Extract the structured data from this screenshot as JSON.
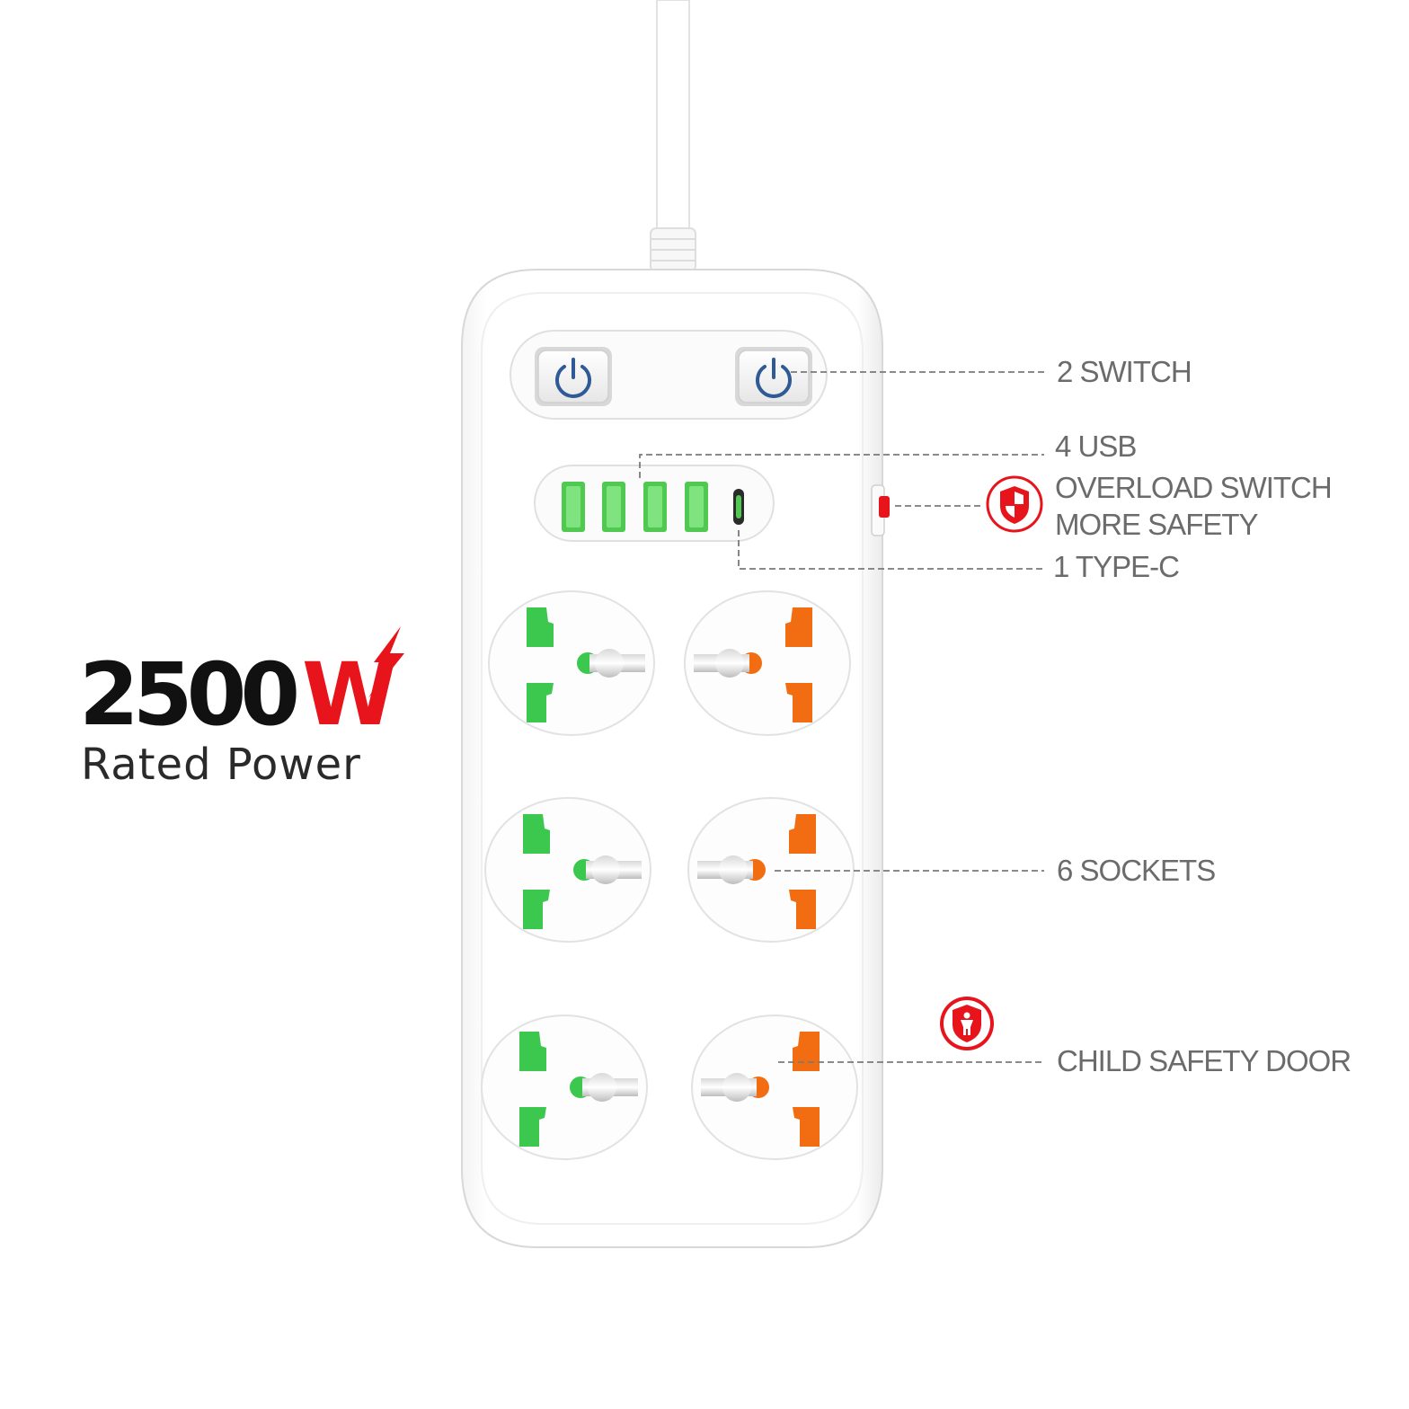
{
  "power": {
    "value": "2500",
    "unit": "W",
    "caption": "Rated Power"
  },
  "callouts": {
    "switch": "2 SWITCH",
    "usb": "4 USB",
    "overload_line1": "OVERLOAD SWITCH",
    "overload_line2": "MORE SAFETY",
    "typec": "1 TYPE-C",
    "sockets": "6 SOCKETS",
    "child_safety": "CHILD SAFETY DOOR"
  },
  "colors": {
    "accent_red": "#e8141b",
    "socket_green": "#3cc74f",
    "socket_orange": "#f26d12",
    "usb_green": "#5fd85f",
    "switch_icon_blue": "#2f5a95"
  },
  "icons": [
    "bolt-icon",
    "power-icon",
    "shield-icon",
    "child-shield-icon"
  ]
}
